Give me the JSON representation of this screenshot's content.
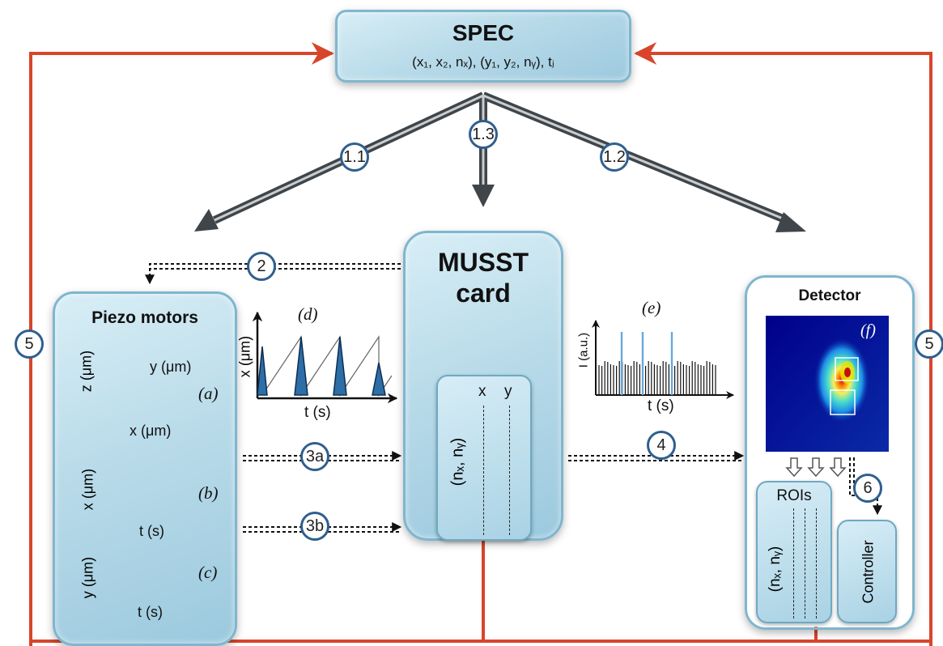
{
  "spec": {
    "title": "SPEC",
    "params": "(x₁, x₂, nₓ), (y₁, y₂, nᵧ), tⱼ"
  },
  "musst": {
    "title_line1": "MUSST",
    "title_line2": "card",
    "col_x": "x",
    "col_y": "y",
    "counts": "(nₓ, nᵧ)"
  },
  "piezo": {
    "title": "Piezo motors",
    "plot_a": {
      "tag": "(a)",
      "z_axis": "z (μm)",
      "y_axis": "y (μm)",
      "x_axis": "x (μm)"
    },
    "plot_b": {
      "tag": "(b)",
      "y_axis": "x (μm)",
      "x_axis": "t (s)"
    },
    "plot_c": {
      "tag": "(c)",
      "y_axis": "y (μm)",
      "x_axis": "t (s)"
    }
  },
  "plot_d": {
    "tag": "(d)",
    "y_axis": "x (μm)",
    "x_axis": "t (s)"
  },
  "plot_e": {
    "tag": "(e)",
    "y_axis": "I (a.u.)",
    "x_axis": "t (s)"
  },
  "detector": {
    "title": "Detector",
    "image_tag": "(f)",
    "rois": "ROIs",
    "rois_counts": "(nₓ, nᵧ)",
    "controller": "Controller"
  },
  "steps": {
    "s11": "1.1",
    "s12": "1.2",
    "s13": "1.3",
    "s2": "2",
    "s3a": "3a",
    "s3b": "3b",
    "s4": "4",
    "s5_left": "5",
    "s5_right": "5",
    "s6": "6"
  },
  "colors": {
    "feedback_line": "#d9452b",
    "arrow": "#3f4549",
    "box_fill": "#b9dbe9",
    "step_circle": "#2f5f8f",
    "dot_fill": "#2e6ea6"
  }
}
